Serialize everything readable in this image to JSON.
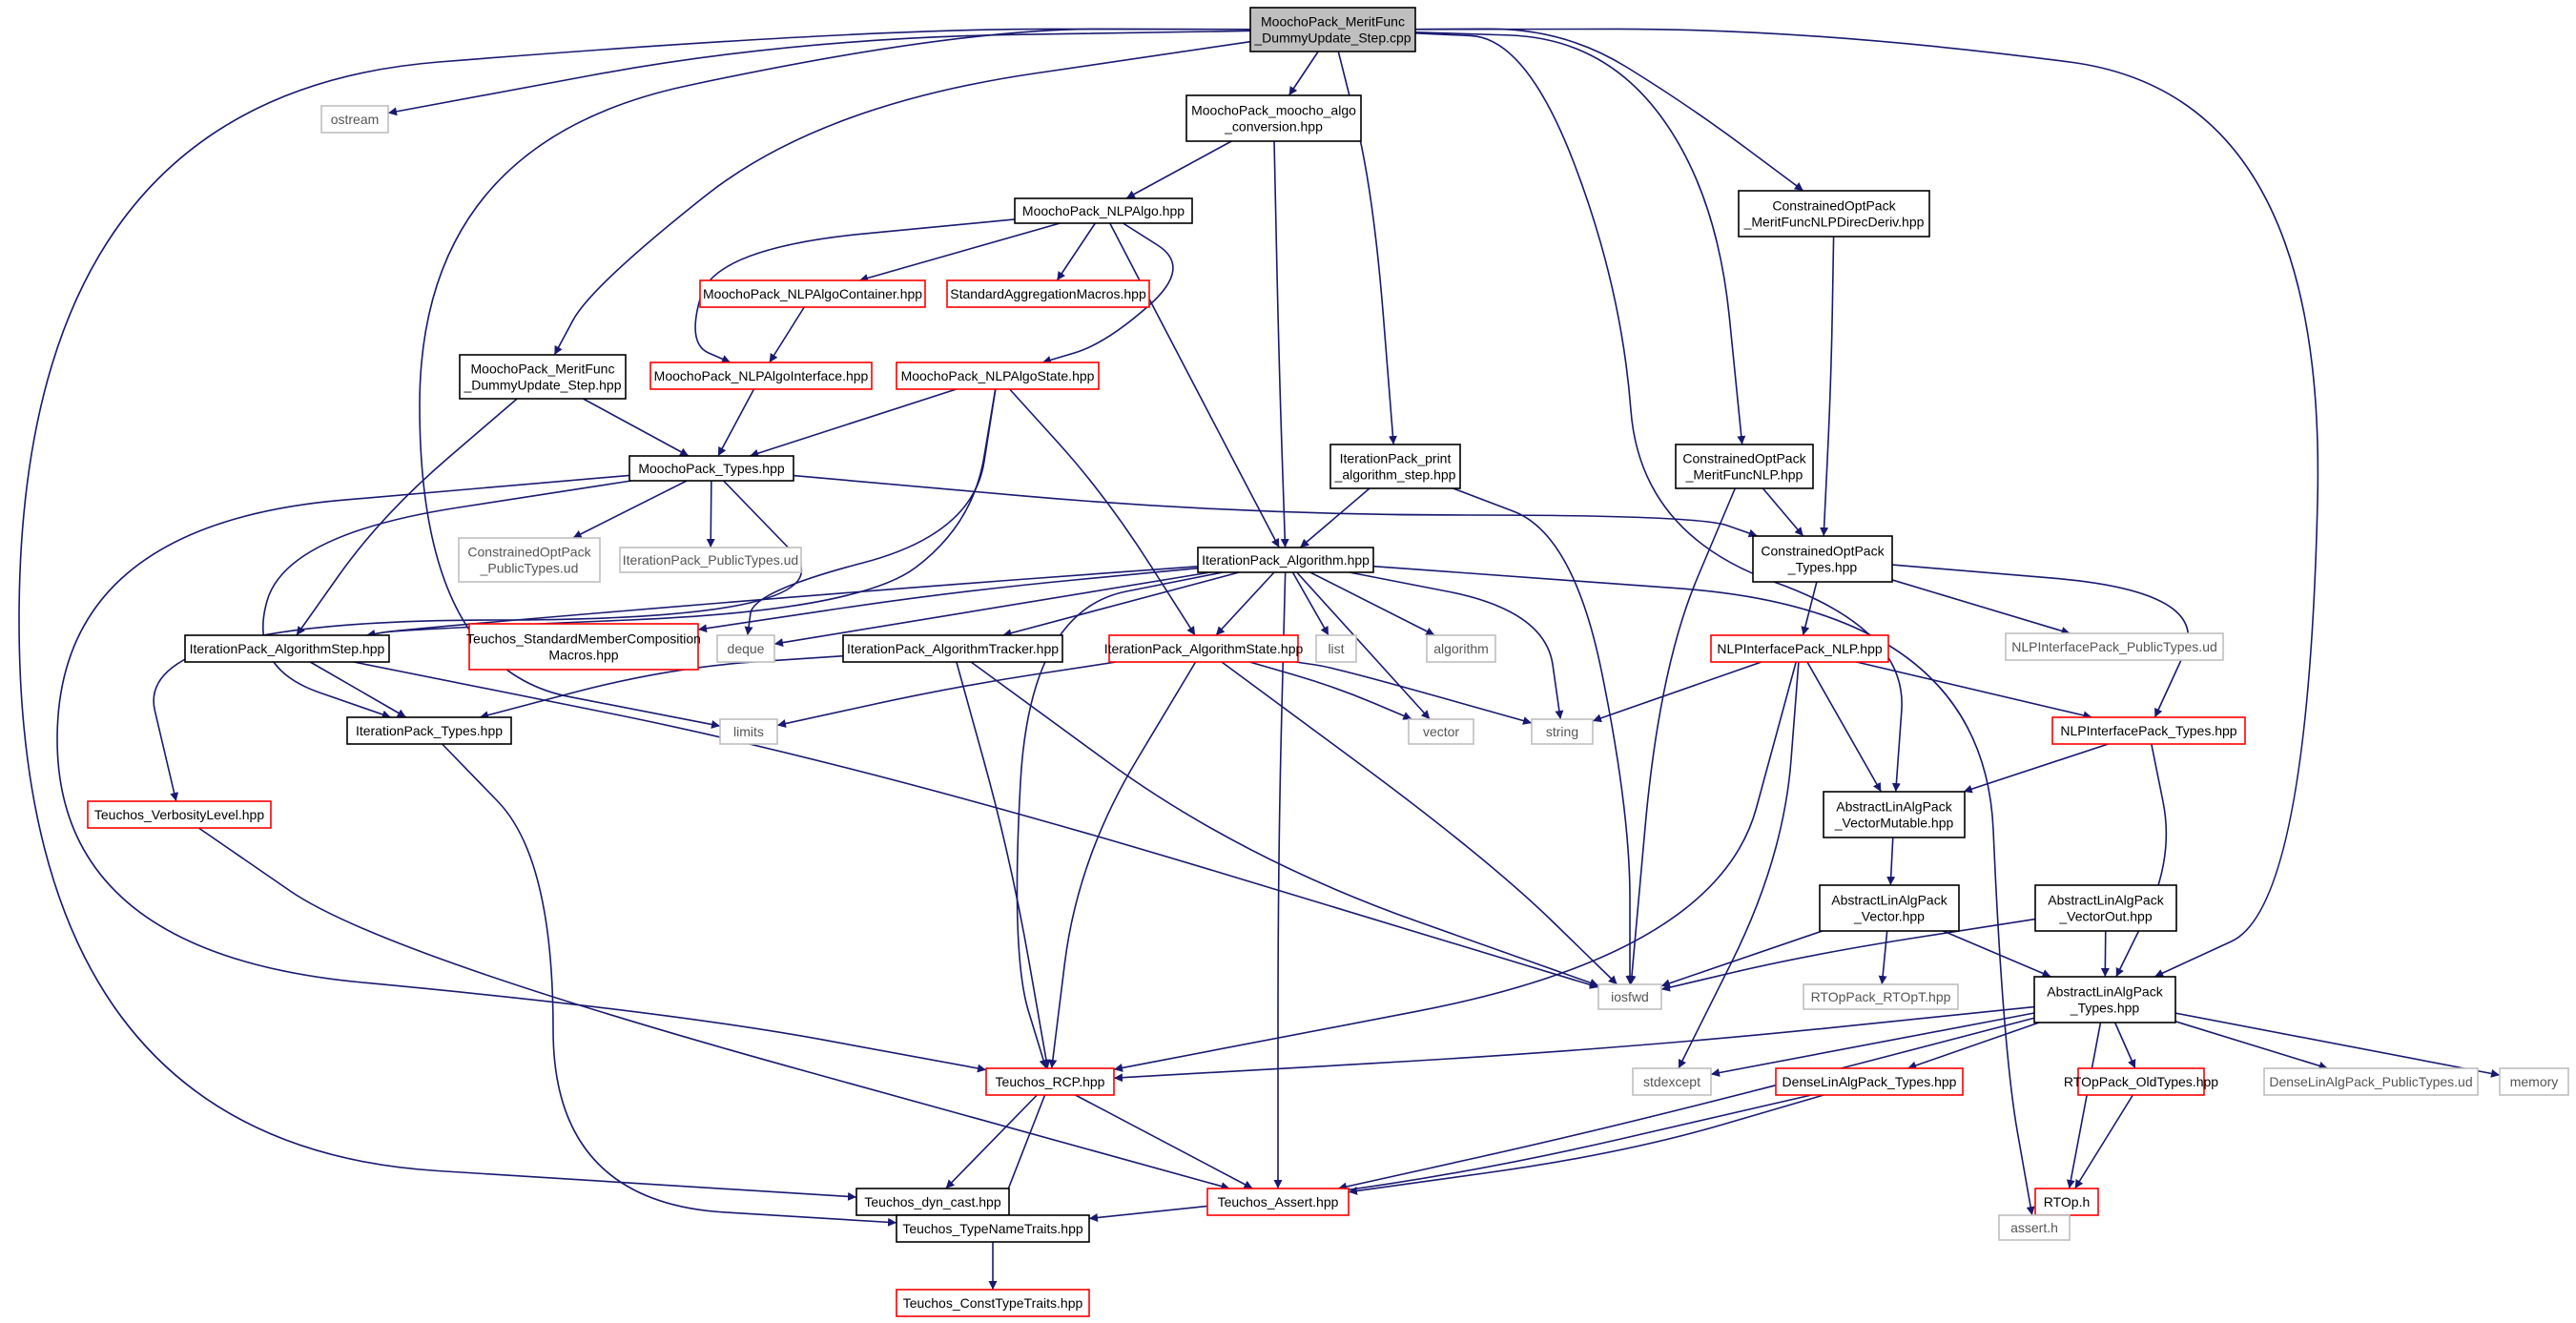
{
  "graph": {
    "nodes": [
      {
        "id": "root",
        "kind": "root",
        "label": [
          "MoochoPack_MeritFunc",
          "_DummyUpdate_Step.cpp"
        ]
      },
      {
        "id": "ostream",
        "kind": "ext",
        "label": [
          "ostream"
        ]
      },
      {
        "id": "algo_conv",
        "kind": "normal",
        "label": [
          "MoochoPack_moocho_algo",
          "_conversion.hpp"
        ]
      },
      {
        "id": "cop_deriv",
        "kind": "normal",
        "label": [
          "ConstrainedOptPack",
          "_MeritFuncNLPDirecDeriv.hpp"
        ]
      },
      {
        "id": "nlpalgo",
        "kind": "normal",
        "label": [
          "MoochoPack_NLPAlgo.hpp"
        ]
      },
      {
        "id": "nlpalgo_cont",
        "kind": "red",
        "label": [
          "MoochoPack_NLPAlgoContainer.hpp"
        ]
      },
      {
        "id": "std_agg",
        "kind": "red",
        "label": [
          "StandardAggregationMacros.hpp"
        ]
      },
      {
        "id": "mf_dummy_h",
        "kind": "normal",
        "label": [
          "MoochoPack_MeritFunc",
          "_DummyUpdate_Step.hpp"
        ]
      },
      {
        "id": "nlpalgo_iface",
        "kind": "red",
        "label": [
          "MoochoPack_NLPAlgoInterface.hpp"
        ]
      },
      {
        "id": "nlpalgo_state",
        "kind": "red",
        "label": [
          "MoochoPack_NLPAlgoState.hpp"
        ]
      },
      {
        "id": "it_print",
        "kind": "normal",
        "label": [
          "IterationPack_print",
          "_algorithm_step.hpp"
        ]
      },
      {
        "id": "cop_meritnlp",
        "kind": "normal",
        "label": [
          "ConstrainedOptPack",
          "_MeritFuncNLP.hpp"
        ]
      },
      {
        "id": "mp_types",
        "kind": "normal",
        "label": [
          "MoochoPack_Types.hpp"
        ]
      },
      {
        "id": "cop_types",
        "kind": "normal",
        "label": [
          "ConstrainedOptPack",
          "_Types.hpp"
        ]
      },
      {
        "id": "cop_pub",
        "kind": "ext",
        "label": [
          "ConstrainedOptPack",
          "_PublicTypes.ud"
        ]
      },
      {
        "id": "it_pub",
        "kind": "ext",
        "label": [
          "IterationPack_PublicTypes.ud"
        ]
      },
      {
        "id": "it_algorithm",
        "kind": "normal",
        "label": [
          "IterationPack_Algorithm.hpp"
        ]
      },
      {
        "id": "nlpi_pub",
        "kind": "ext",
        "label": [
          "NLPInterfacePack_PublicTypes.ud"
        ]
      },
      {
        "id": "it_step",
        "kind": "normal",
        "label": [
          "IterationPack_AlgorithmStep.hpp"
        ]
      },
      {
        "id": "teuchos_smc",
        "kind": "red",
        "label": [
          "Teuchos_StandardMemberComposition",
          "Macros.hpp"
        ]
      },
      {
        "id": "deque",
        "kind": "ext",
        "label": [
          "deque"
        ]
      },
      {
        "id": "it_tracker",
        "kind": "normal",
        "label": [
          "IterationPack_AlgorithmTracker.hpp"
        ]
      },
      {
        "id": "it_state",
        "kind": "red",
        "label": [
          "IterationPack_AlgorithmState.hpp"
        ]
      },
      {
        "id": "list",
        "kind": "ext",
        "label": [
          "list"
        ]
      },
      {
        "id": "algorithm",
        "kind": "ext",
        "label": [
          "algorithm"
        ]
      },
      {
        "id": "nlpi_nlp",
        "kind": "red",
        "label": [
          "NLPInterfacePack_NLP.hpp"
        ]
      },
      {
        "id": "it_types",
        "kind": "normal",
        "label": [
          "IterationPack_Types.hpp"
        ]
      },
      {
        "id": "limits",
        "kind": "ext",
        "label": [
          "limits"
        ]
      },
      {
        "id": "vector",
        "kind": "ext",
        "label": [
          "vector"
        ]
      },
      {
        "id": "string",
        "kind": "ext",
        "label": [
          "string"
        ]
      },
      {
        "id": "nlpi_types",
        "kind": "red",
        "label": [
          "NLPInterfacePack_Types.hpp"
        ]
      },
      {
        "id": "teuchos_verb",
        "kind": "red",
        "label": [
          "Teuchos_VerbosityLevel.hpp"
        ]
      },
      {
        "id": "ala_vecmut",
        "kind": "normal",
        "label": [
          "AbstractLinAlgPack",
          "_VectorMutable.hpp"
        ]
      },
      {
        "id": "ala_vector",
        "kind": "normal",
        "label": [
          "AbstractLinAlgPack",
          "_Vector.hpp"
        ]
      },
      {
        "id": "ala_vecout",
        "kind": "normal",
        "label": [
          "AbstractLinAlgPack",
          "_VectorOut.hpp"
        ]
      },
      {
        "id": "iosfwd",
        "kind": "ext",
        "label": [
          "iosfwd"
        ]
      },
      {
        "id": "rtop_rtopt",
        "kind": "ext",
        "label": [
          "RTOpPack_RTOpT.hpp"
        ]
      },
      {
        "id": "ala_types",
        "kind": "normal",
        "label": [
          "AbstractLinAlgPack",
          "_Types.hpp"
        ]
      },
      {
        "id": "teuchos_rcp",
        "kind": "red",
        "label": [
          "Teuchos_RCP.hpp"
        ]
      },
      {
        "id": "stdexcept",
        "kind": "ext",
        "label": [
          "stdexcept"
        ]
      },
      {
        "id": "dla_types",
        "kind": "red",
        "label": [
          "DenseLinAlgPack_Types.hpp"
        ]
      },
      {
        "id": "rtop_old",
        "kind": "red",
        "label": [
          "RTOpPack_OldTypes.hpp"
        ]
      },
      {
        "id": "dla_pub",
        "kind": "ext",
        "label": [
          "DenseLinAlgPack_PublicTypes.ud"
        ]
      },
      {
        "id": "memory",
        "kind": "ext",
        "label": [
          "memory"
        ]
      },
      {
        "id": "teuchos_dyn",
        "kind": "normal",
        "label": [
          "Teuchos_dyn_cast.hpp"
        ]
      },
      {
        "id": "teuchos_assert",
        "kind": "red",
        "label": [
          "Teuchos_Assert.hpp"
        ]
      },
      {
        "id": "rtop_h",
        "kind": "red",
        "label": [
          "RTOp.h"
        ]
      },
      {
        "id": "assert_h",
        "kind": "ext",
        "label": [
          "assert.h"
        ]
      },
      {
        "id": "teuchos_tnt",
        "kind": "normal",
        "label": [
          "Teuchos_TypeNameTraits.hpp"
        ]
      },
      {
        "id": "teuchos_ctt",
        "kind": "red",
        "label": [
          "Teuchos_ConstTypeTraits.hpp"
        ]
      }
    ]
  }
}
